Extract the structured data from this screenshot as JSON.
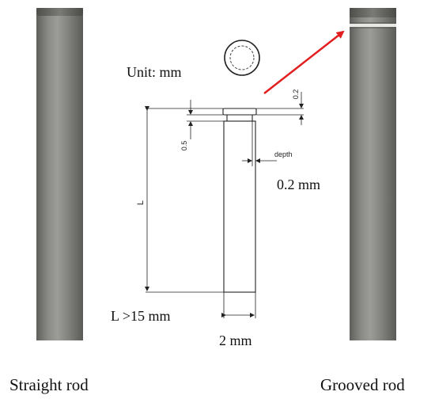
{
  "diagram": {
    "unit_text": "Unit: mm",
    "groove_height_label": "0.2",
    "head_offset_label": "0.5",
    "depth_label": "depth",
    "depth_value": "0.2 mm",
    "length_symbol": "L",
    "length_condition": "L >15 mm",
    "diameter": "2 mm"
  },
  "captions": {
    "left": "Straight rod",
    "right": "Grooved rod"
  },
  "colors": {
    "rod_dark": "#6e6e6a",
    "rod_light": "#9a9a96",
    "arrow": "#e31e1e",
    "line": "#222222"
  }
}
